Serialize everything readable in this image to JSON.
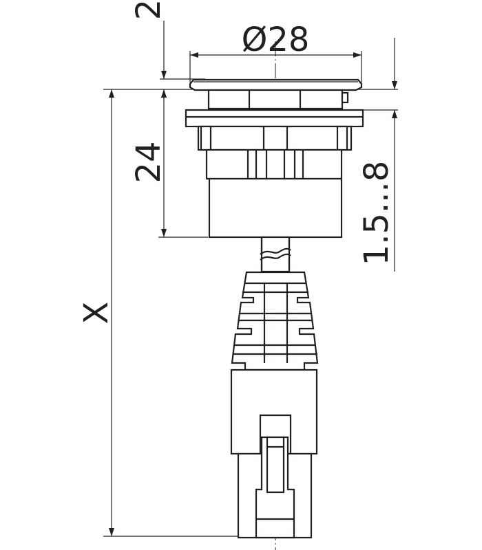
{
  "drawing": {
    "dimensions": {
      "cap_height": "2",
      "diameter": "Ø28",
      "body_height": "24",
      "panel_thickness": "1.5...8",
      "total_length": "X"
    }
  }
}
